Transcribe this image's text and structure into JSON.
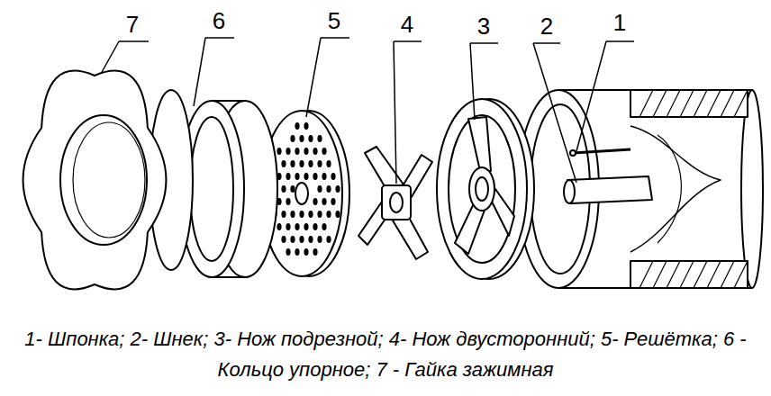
{
  "diagram": {
    "caption": "1- Шпонка; 2- Шнек; 3- Нож подрезной; 4- Нож двусторонний; 5- Решётка; 6 - Кольцо упорное; 7 - Гайка зажимная",
    "labels": [
      "7",
      "6",
      "5",
      "4",
      "3",
      "2",
      "1"
    ]
  }
}
